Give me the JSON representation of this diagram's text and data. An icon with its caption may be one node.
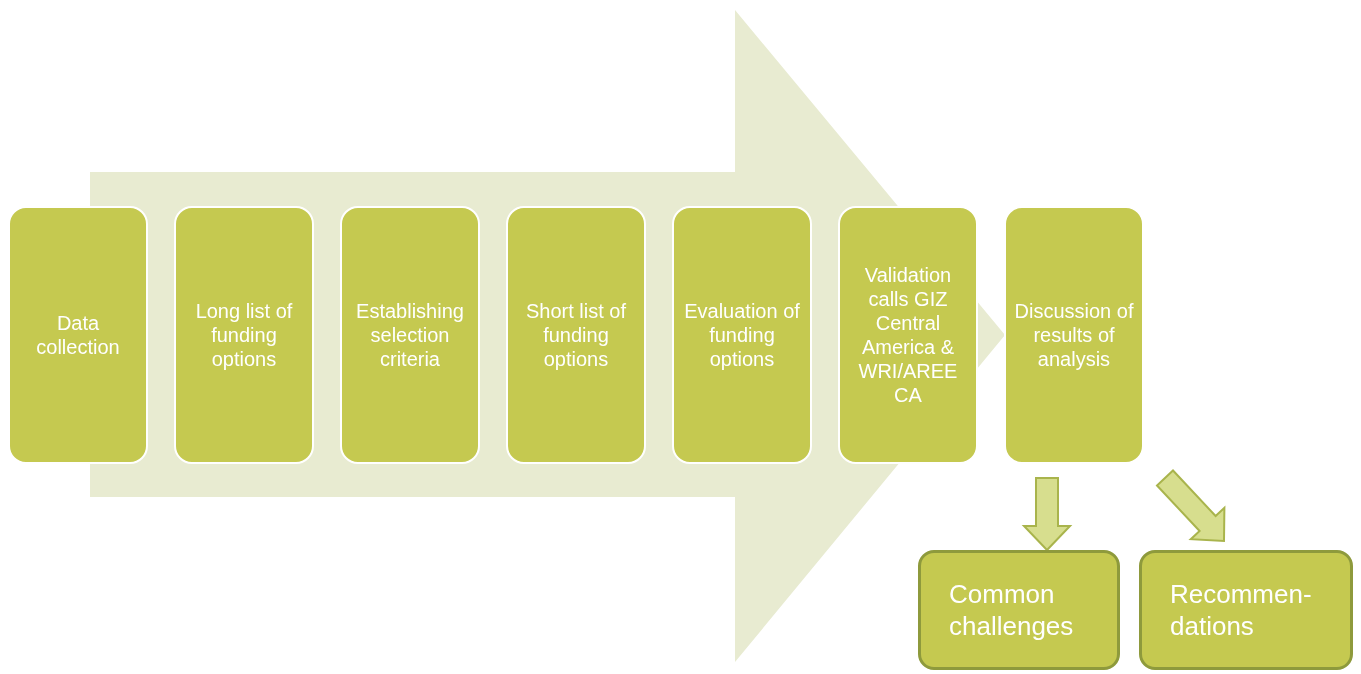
{
  "diagram": {
    "nodes": [
      {
        "text": [
          "Data collection"
        ]
      },
      {
        "text": [
          "Long list of funding options"
        ]
      },
      {
        "text": [
          "Establishing selection criteria"
        ]
      },
      {
        "text": [
          "Short list of funding options"
        ]
      },
      {
        "text": [
          "Evaluation of funding options"
        ]
      },
      {
        "text": [
          "Validation calls GIZ Central America & WRI/AREE CA"
        ]
      },
      {
        "text": [
          "Discussion of results of analysis"
        ]
      },
      {
        "text": [
          "Common challenges"
        ]
      },
      {
        "text": [
          "Recommen-dations"
        ]
      }
    ],
    "edges": [
      {
        "from": 0,
        "to": 6,
        "arrow": "to"
      },
      {
        "from": 6,
        "to": 7,
        "arrow": "to"
      },
      {
        "from": 6,
        "to": 8,
        "arrow": "to"
      }
    ]
  }
}
